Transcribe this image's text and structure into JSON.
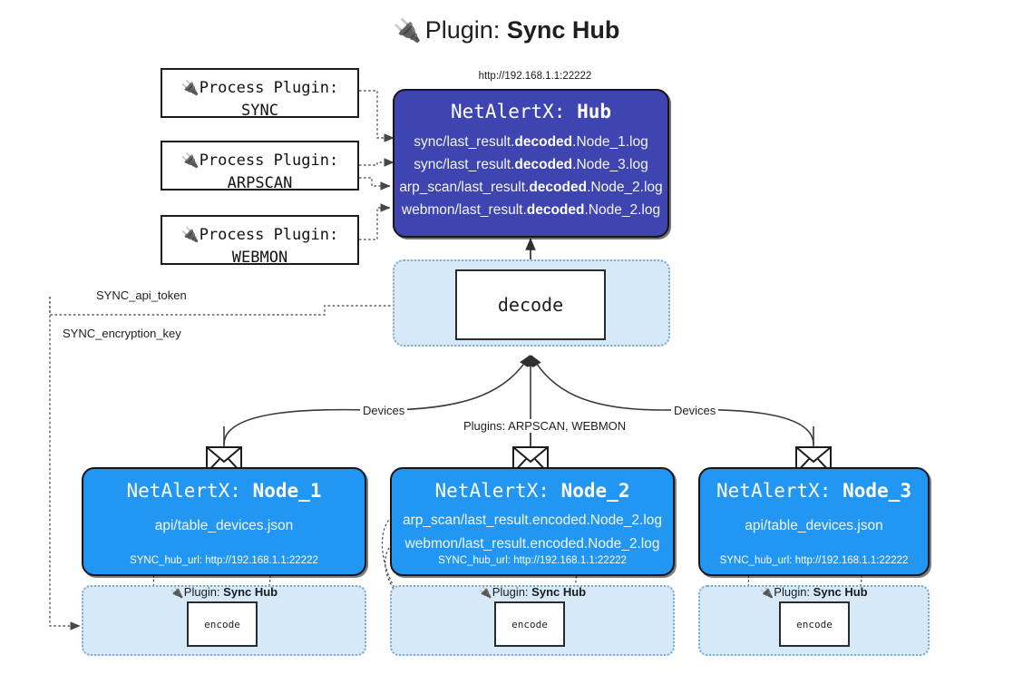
{
  "title": {
    "icon": "plug-icon",
    "prefix": "Plugin:",
    "name": "Sync Hub"
  },
  "process_plugins": [
    {
      "icon": "plug-icon",
      "line1": "Process Plugin:",
      "line2": "SYNC"
    },
    {
      "icon": "plug-icon",
      "line1": "Process Plugin:",
      "line2": "ARPSCAN"
    },
    {
      "icon": "plug-icon",
      "line1": "Process Plugin:",
      "line2": "WEBMON"
    }
  ],
  "hub": {
    "url_label": "http://192.168.1.1:22222",
    "title_prefix": "NetAlertX:",
    "title_name": "Hub",
    "color": "#3f45b0",
    "lines": [
      {
        "pre": "sync/last_result.",
        "bold": "decoded",
        "post": ".Node_1.log"
      },
      {
        "pre": "sync/last_result.",
        "bold": "decoded",
        "post": ".Node_3.log"
      },
      {
        "pre": "arp_scan/last_result.",
        "bold": "decoded",
        "post": ".Node_2.log"
      },
      {
        "pre": "webmon/last_result.",
        "bold": "decoded",
        "post": ".Node_2.log"
      }
    ]
  },
  "decode_zone": {
    "box_label": "decode",
    "color": "#d6e9f8"
  },
  "config_labels": [
    {
      "text": "SYNC_api_token"
    },
    {
      "text": "SYNC_encryption_key"
    }
  ],
  "edge_labels": {
    "devices_left": "Devices",
    "devices_right": "Devices",
    "plugins_center": "Plugins: ARPSCAN, WEBMON"
  },
  "nodes": [
    {
      "title_prefix": "NetAlertX:",
      "title_name": "Node_1",
      "color": "#2196f3",
      "lines": [
        "api/table_devices.json"
      ],
      "url": "SYNC_hub_url: http://192.168.1.1:22222",
      "icon": "envelope-icon",
      "plugin_zone": {
        "icon": "plug-icon",
        "prefix": "Plugin:",
        "name": "Sync Hub",
        "box_label": "encode"
      }
    },
    {
      "title_prefix": "NetAlertX:",
      "title_name": "Node_2",
      "color": "#2196f3",
      "lines": [
        "arp_scan/last_result.encoded.Node_2.log",
        "webmon/last_result.encoded.Node_2.log"
      ],
      "url": "SYNC_hub_url: http://192.168.1.1:22222",
      "icon": "envelope-icon",
      "plugin_zone": {
        "icon": "plug-icon",
        "prefix": "Plugin:",
        "name": "Sync Hub",
        "box_label": "encode"
      }
    },
    {
      "title_prefix": "NetAlertX:",
      "title_name": "Node_3",
      "color": "#2196f3",
      "lines": [
        "api/table_devices.json"
      ],
      "url": "SYNC_hub_url: http://192.168.1.1:22222",
      "icon": "envelope-icon",
      "plugin_zone": {
        "icon": "plug-icon",
        "prefix": "Plugin:",
        "name": "Sync Hub",
        "box_label": "encode"
      }
    }
  ]
}
